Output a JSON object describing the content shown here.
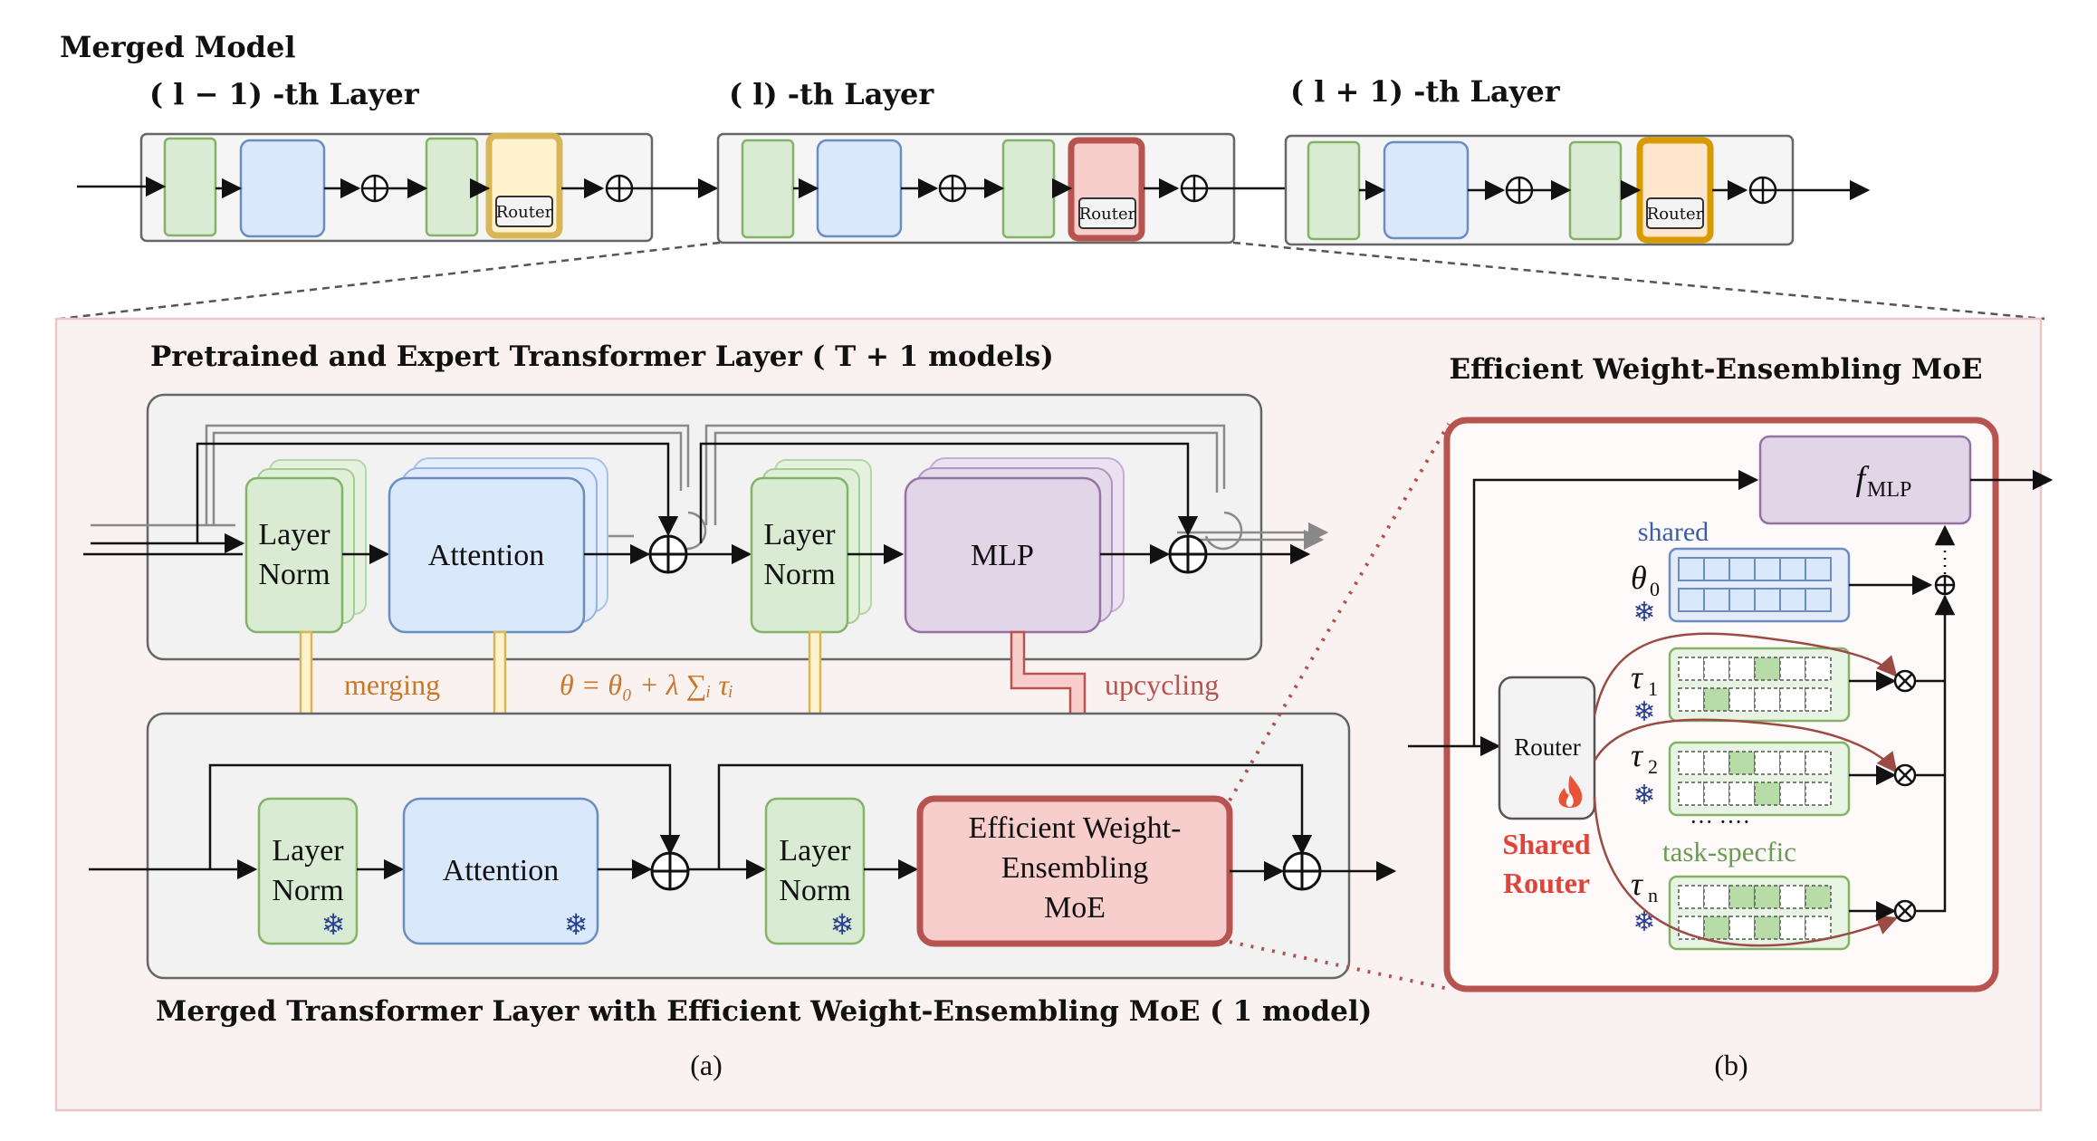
{
  "top": {
    "title": "Merged Model",
    "layer_prev_label": "( l − 1) -th Layer",
    "layer_curr_label": "( l) -th Layer",
    "layer_next_label": "( l + 1) -th Layer",
    "router_label": "Router"
  },
  "panel_a": {
    "pretrained_title": "Pretrained and Expert Transformer Layer ( T + 1 models)",
    "layer_norm_line1": "Layer",
    "layer_norm_line2": "Norm",
    "attention": "Attention",
    "mlp": "MLP",
    "merging": "merging",
    "formula": "θ = θ₀ + λ ∑ᵢ τᵢ",
    "upcycling": "upcycling",
    "moe_line1": "Efficient Weight-",
    "moe_line2": "Ensembling",
    "moe_line3": "MoE",
    "merged_title": "Merged Transformer Layer with Efficient Weight-Ensembling MoE  ( 1 model)",
    "caption": "(a)"
  },
  "panel_b": {
    "title": "Efficient Weight-Ensembling MoE",
    "f_mlp": "f",
    "f_mlp_sub": "MLP",
    "shared": "shared",
    "theta0": "θ",
    "theta0_sub": "0",
    "tau1": "τ",
    "tau1_sub": "1",
    "tau2": "τ",
    "tau2_sub": "2",
    "taun": "τ",
    "taun_sub": "n",
    "ellipsis": "··· ····",
    "task_specific": "task-specfic",
    "router": "Router",
    "shared_router_1": "Shared",
    "shared_router_2": "Router",
    "caption": "(b)"
  },
  "icons": {
    "snowflake": "❄",
    "fire": "fire-icon",
    "oplus": "⊕",
    "otimes": "⊗"
  },
  "colors": {
    "green_fill": "#d9ecd3",
    "green_stroke": "#82b366",
    "blue_fill": "#dae8fc",
    "blue_stroke": "#6c8ebf",
    "purple_fill": "#e1d5e7",
    "purple_stroke": "#9673a6",
    "red_fill": "#f8cecc",
    "red_stroke": "#b85450",
    "gold_stroke": "#d6b656",
    "orange_text": "#c8782a",
    "shared_router_red": "#e0433a"
  }
}
